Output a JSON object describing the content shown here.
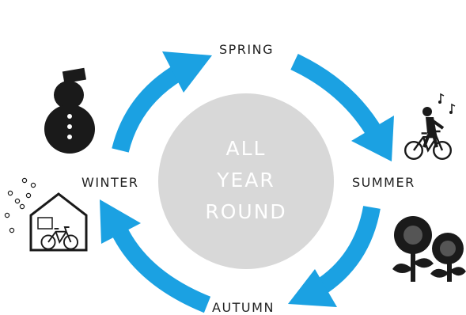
{
  "center": {
    "lines": [
      "ALL",
      "YEAR",
      "ROUND"
    ]
  },
  "seasons": {
    "spring": "SPRING",
    "summer": "SUMMER",
    "autumn": "AUTUMN",
    "winter": "WINTER"
  },
  "colors": {
    "arrow": "#1ba1e2",
    "circle": "#d8d8d8",
    "icon": "#1a1a1a"
  },
  "icons": {
    "winter": "snowman-icon",
    "winter_storage": "house-bicycle-icon",
    "summer": "cyclist-music-icon",
    "autumn": "sunflowers-icon"
  }
}
